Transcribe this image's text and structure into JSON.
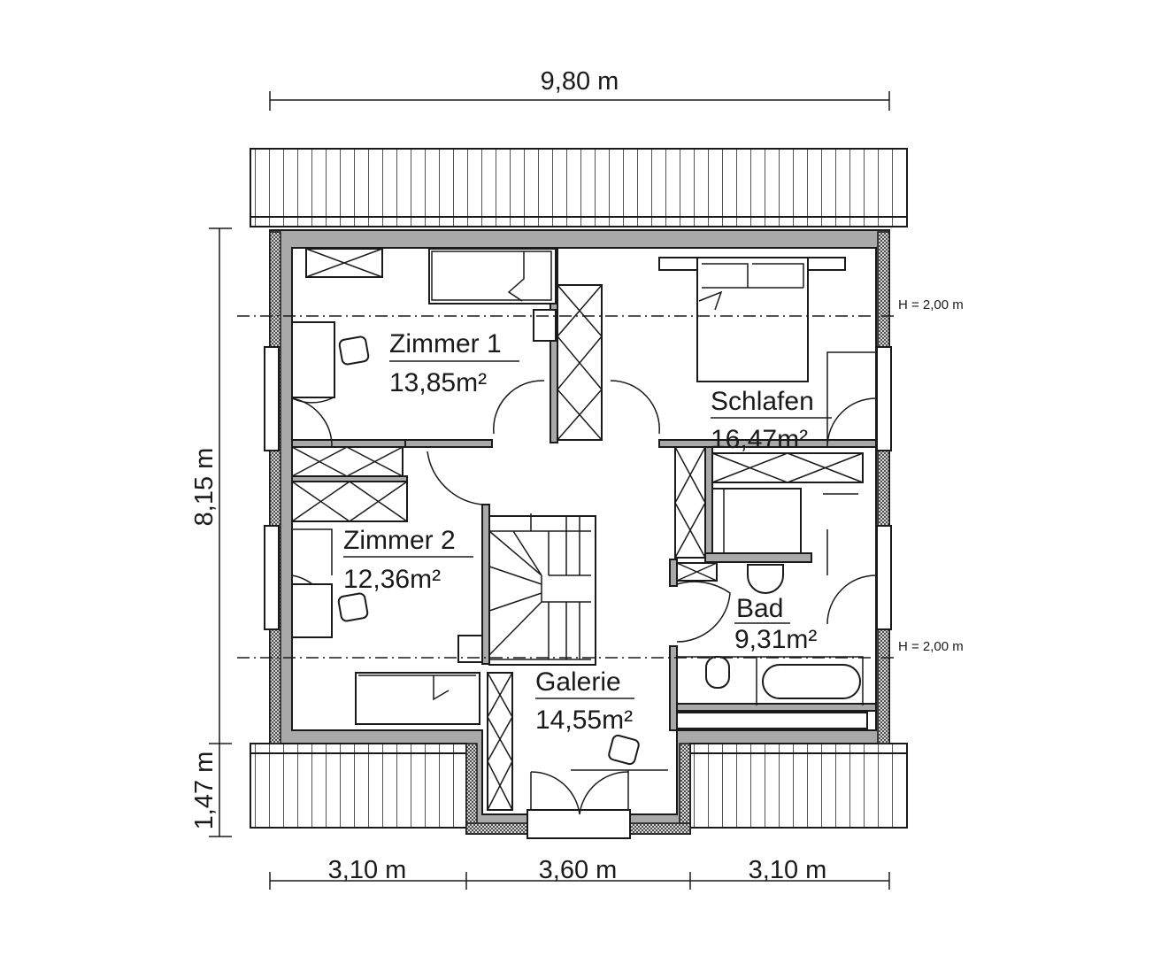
{
  "dimensions": {
    "total_width": "9,80 m",
    "depth": "8,15 m",
    "dormer_depth": "1,47 m",
    "left_segment": "3,10 m",
    "middle_segment": "3,60 m",
    "right_segment": "3,10 m"
  },
  "height_markers": [
    "H = 2,00 m",
    "H = 2,00 m"
  ],
  "rooms": [
    {
      "name": "Zimmer 1",
      "area": "13,85m²"
    },
    {
      "name": "Schlafen",
      "area": "16,47m²"
    },
    {
      "name": "Zimmer 2",
      "area": "12,36m²"
    },
    {
      "name": "Galerie",
      "area": "14,55m²"
    },
    {
      "name": "Bad",
      "area": "9,31m²"
    }
  ]
}
